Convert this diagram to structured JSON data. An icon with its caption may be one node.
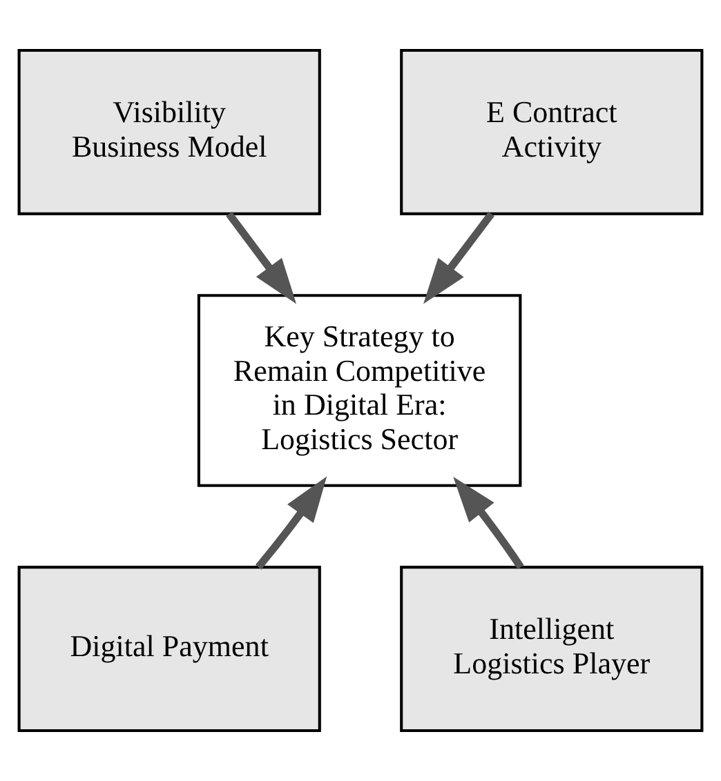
{
  "diagram": {
    "nodes": [
      {
        "text": [
          "Visibility Business Model"
        ]
      },
      {
        "text": [
          "E Contract Activity"
        ]
      },
      {
        "text": [
          "Key Strategy to Remain Competitive in Digital Era: Logistics Sector"
        ]
      },
      {
        "text": [
          "Digital Payment"
        ]
      },
      {
        "text": [
          "Intelligent Logistics Player"
        ]
      }
    ],
    "edges": [
      {
        "from": 0,
        "to": 2,
        "arrow": "to"
      },
      {
        "from": 1,
        "to": 2,
        "arrow": "to"
      },
      {
        "from": 3,
        "to": 2,
        "arrow": "to"
      },
      {
        "from": 4,
        "to": 2,
        "arrow": "to"
      }
    ]
  }
}
